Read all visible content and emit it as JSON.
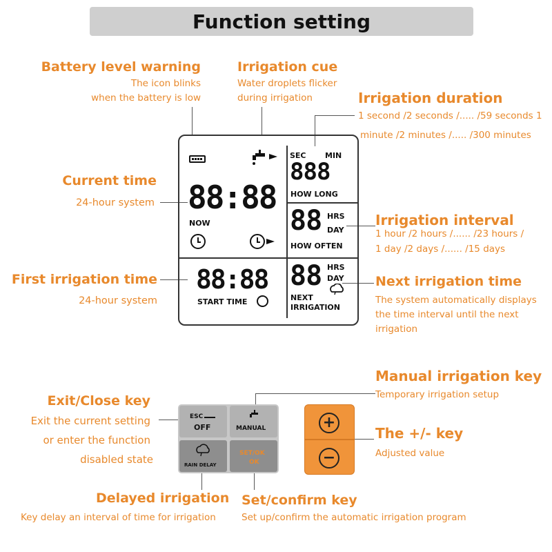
{
  "title": "Function setting",
  "labels": {
    "battery": {
      "title": "Battery level warning",
      "lines": [
        "The icon blinks",
        "when the battery is low"
      ]
    },
    "irrigation_cue": {
      "title": "Irrigation cue",
      "lines": [
        "Water droplets flicker",
        "during irrigation"
      ]
    },
    "irrigation_duration": {
      "title": "Irrigation duration",
      "lines": [
        "1 second /2 seconds /..... /59 seconds 1",
        "minute /2 minutes /..... /300 minutes"
      ]
    },
    "current_time": {
      "title": "Current time",
      "lines": [
        "24-hour system"
      ]
    },
    "irrigation_interval": {
      "title": "Irrigation interval",
      "lines": [
        "1 hour /2 hours /...... /23 hours /",
        "1 day /2 days /...... /15 days"
      ]
    },
    "first_irrigation": {
      "title": "First irrigation time",
      "lines": [
        "24-hour system"
      ]
    },
    "next_irrigation": {
      "title": "Next irrigation time",
      "lines": [
        "The system automatically displays",
        "the time interval until the next",
        "irrigation"
      ]
    },
    "manual_key": {
      "title": "Manual irrigation key",
      "lines": [
        "Temporary irrigation setup"
      ]
    },
    "exit_key": {
      "title": "Exit/Close key",
      "lines": [
        "Exit the current setting",
        "or enter the function",
        "disabled state"
      ]
    },
    "plus_minus_key": {
      "title": "The +/- key",
      "lines": [
        "Adjusted value"
      ]
    },
    "delayed_irrigation": {
      "title": "Delayed irrigation",
      "lines": [
        "Key delay an interval of time for irrigation"
      ]
    },
    "set_confirm": {
      "title": "Set/confirm key",
      "lines": [
        "Set up/confirm the automatic irrigation program"
      ]
    }
  },
  "lcd": {
    "sec": "SEC",
    "min": "MIN",
    "duration_digits": "888",
    "how_long": "HOW LONG",
    "clock_digits": "88:88",
    "now": "NOW",
    "interval_digits": "88",
    "hrs": "HRS",
    "day": "DAY",
    "how_often": "HOW OFTEN",
    "start_digits": "88:88",
    "start_time": "START TIME",
    "next_digits": "88",
    "hrs2": "HRS",
    "day2": "DAY",
    "next": "NEXT",
    "irrigation": "IRRIGATION"
  },
  "keys": {
    "esc": "ESC",
    "off": "OFF",
    "manual": "MANUAL",
    "rain_delay": "RAIN DELAY",
    "set_top": "SET/OK",
    "set_bottom": "OK"
  },
  "colors": {
    "accent": "#e8892c",
    "key_gray": "#8e8e8e",
    "pad_orange": "#f0943a"
  }
}
